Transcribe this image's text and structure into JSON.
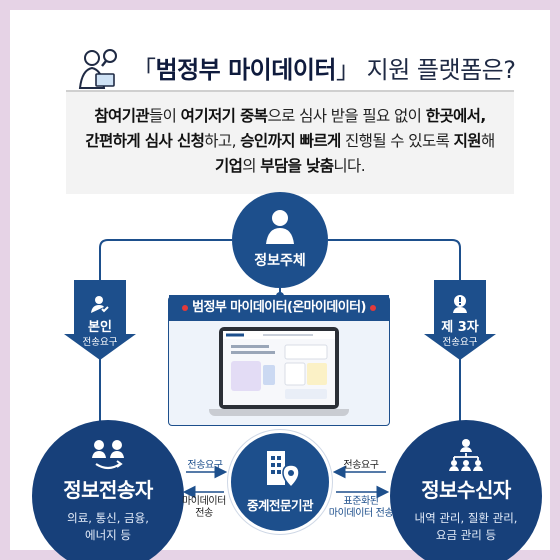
{
  "title": {
    "bracket_open": "「",
    "main": "범정부 마이데이터",
    "bracket_close": "」",
    "rest": " 지원 플랫폼은?"
  },
  "summary": {
    "line1": [
      {
        "t": "참여기관",
        "b": true
      },
      {
        "t": "들이 ",
        "b": false
      },
      {
        "t": "여기저기 중복",
        "b": true
      },
      {
        "t": "으로 심사 받을 필요 없이 ",
        "b": false
      },
      {
        "t": "한곳에서,",
        "b": true
      }
    ],
    "line2": [
      {
        "t": "간편하게 심사 신청",
        "b": true
      },
      {
        "t": "하고, ",
        "b": false
      },
      {
        "t": "승인까지 빠르게",
        "b": true
      },
      {
        "t": " 진행될 수 있도록 ",
        "b": false
      },
      {
        "t": "지원",
        "b": true
      },
      {
        "t": "해",
        "b": false
      }
    ],
    "line3": [
      {
        "t": "기업",
        "b": true
      },
      {
        "t": "의 ",
        "b": false
      },
      {
        "t": "부담을 낮춤",
        "b": true
      },
      {
        "t": "니다.",
        "b": false
      }
    ]
  },
  "diagram": {
    "subject": {
      "label": "정보주체",
      "icon": "person-icon"
    },
    "left_arrow": {
      "line1": "본인",
      "line2": "전송요구",
      "icon": "person-check-icon"
    },
    "right_arrow": {
      "line1": "제 3자",
      "line2": "전송요구",
      "icon": "alert-person-icon"
    },
    "platform": {
      "title": "범정부 마이데이터(온마이데이터)"
    },
    "sender": {
      "label": "정보전송자",
      "desc_line1": "의료, 통신, 금융,",
      "desc_line2": "에너지 등",
      "icon": "people-exchange-icon"
    },
    "receiver": {
      "label": "정보수신자",
      "desc_line1": "내역 관리, 질환 관리,",
      "desc_line2": "요금 관리 등",
      "icon": "network-people-icon"
    },
    "center": {
      "label": "중계전문기관",
      "icon": "building-location-icon"
    },
    "flows": {
      "left_top": "전송요구",
      "left_bottom_1": "마이데이터",
      "left_bottom_2": "전송",
      "right_top": "전송요구",
      "right_bottom_1": "표준화된",
      "right_bottom_2": "마이데이터 전송"
    },
    "colors": {
      "navy": "#17407a",
      "blue": "#1d4f8c",
      "accent_red": "#e23a3a",
      "background": "#e6d3e6"
    }
  }
}
